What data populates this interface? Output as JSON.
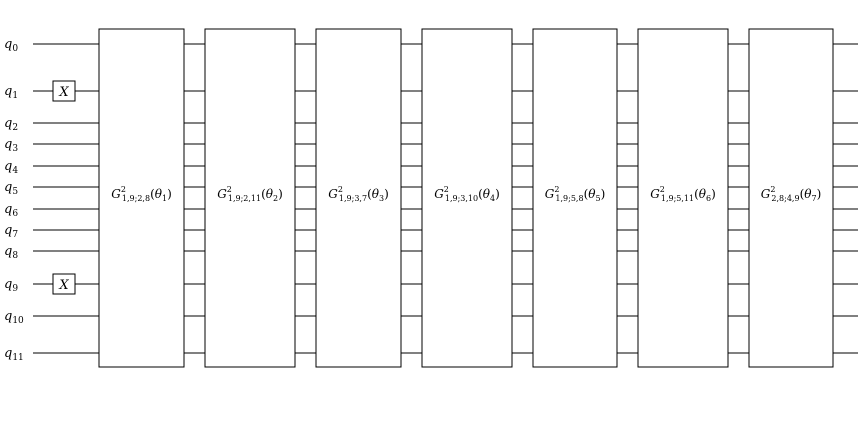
{
  "qubits": [
    {
      "name": "q",
      "index": "0"
    },
    {
      "name": "q",
      "index": "1"
    },
    {
      "name": "q",
      "index": "2"
    },
    {
      "name": "q",
      "index": "3"
    },
    {
      "name": "q",
      "index": "4"
    },
    {
      "name": "q",
      "index": "5"
    },
    {
      "name": "q",
      "index": "6"
    },
    {
      "name": "q",
      "index": "7"
    },
    {
      "name": "q",
      "index": "8"
    },
    {
      "name": "q",
      "index": "9"
    },
    {
      "name": "q",
      "index": "10"
    },
    {
      "name": "q",
      "index": "11"
    }
  ],
  "x_gates": [
    {
      "label": "X",
      "qubit": 1
    },
    {
      "label": "X",
      "qubit": 9
    }
  ],
  "gates": [
    {
      "symbol": "G",
      "sup": "2",
      "sub": "1,9;2,8",
      "param": "θ",
      "param_index": "1"
    },
    {
      "symbol": "G",
      "sup": "2",
      "sub": "1,9;2,11",
      "param": "θ",
      "param_index": "2"
    },
    {
      "symbol": "G",
      "sup": "2",
      "sub": "1,9;3,7",
      "param": "θ",
      "param_index": "3"
    },
    {
      "symbol": "G",
      "sup": "2",
      "sub": "1,9;3,10",
      "param": "θ",
      "param_index": "4"
    },
    {
      "symbol": "G",
      "sup": "2",
      "sub": "1,9;5,8",
      "param": "θ",
      "param_index": "5"
    },
    {
      "symbol": "G",
      "sup": "2",
      "sub": "1,9;5,11",
      "param": "θ",
      "param_index": "6"
    },
    {
      "symbol": "G",
      "sup": "2",
      "sub": "2,8;4,9",
      "param": "θ",
      "param_index": "7"
    }
  ]
}
